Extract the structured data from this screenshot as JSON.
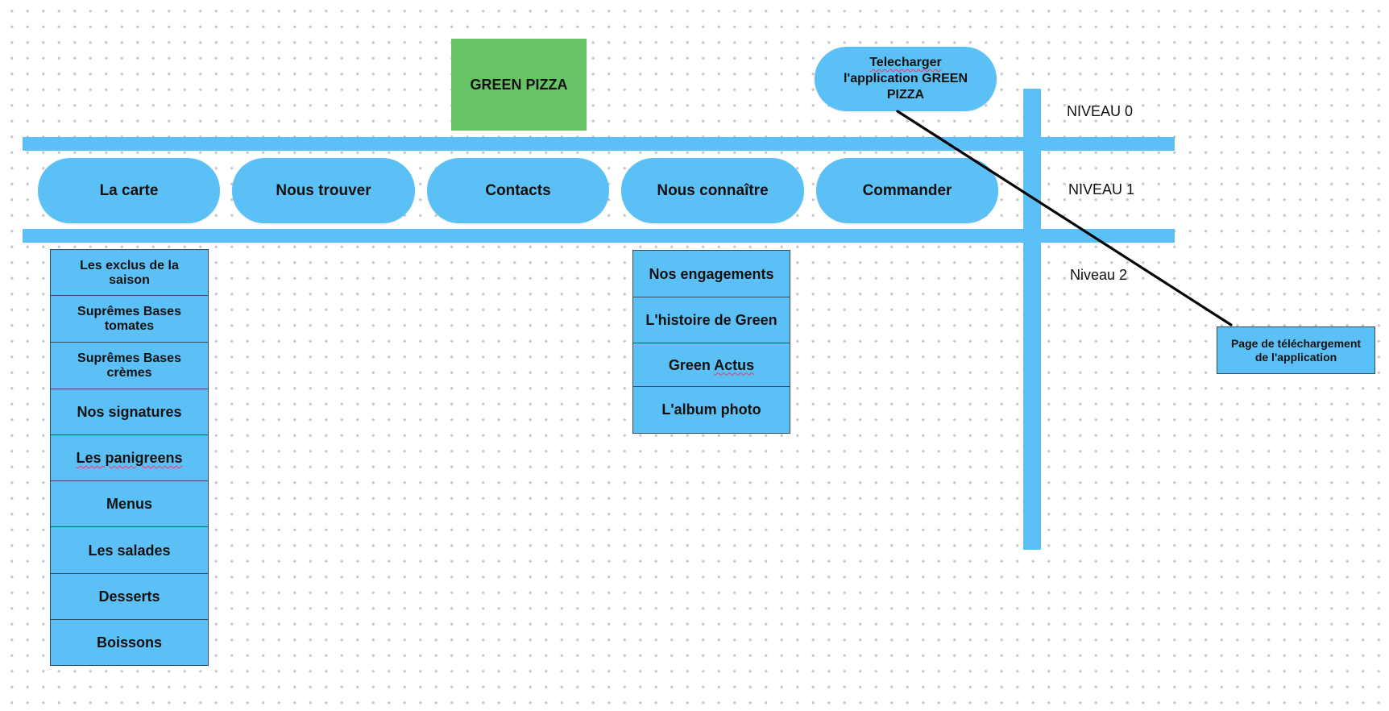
{
  "logo": {
    "text": "GREEN PIZZA",
    "color": "#66c465"
  },
  "download_pill": {
    "word": "Telecharger",
    "line2": "l'application GREEN",
    "line3": "PIZZA"
  },
  "levels": {
    "level0": "NIVEAU 0",
    "level1": "NIVEAU 1",
    "level2": "Niveau 2"
  },
  "nav": [
    {
      "label": "La carte"
    },
    {
      "label": "Nous trouver"
    },
    {
      "label": "Contacts"
    },
    {
      "label": "Nous connaître"
    },
    {
      "label": "Commander"
    }
  ],
  "carte_items": [
    {
      "label": "Les exclus de la saison"
    },
    {
      "label": "Suprêmes Bases tomates"
    },
    {
      "label": "Suprêmes Bases crèmes"
    },
    {
      "label": "Nos signatures"
    },
    {
      "label": "Les panigreens"
    },
    {
      "label": "Menus"
    },
    {
      "label": "Les salades"
    },
    {
      "label": "Desserts"
    },
    {
      "label": "Boissons"
    }
  ],
  "connaitre_items": [
    {
      "label": "Nos engagements"
    },
    {
      "label": "L'histoire de Green"
    },
    {
      "label": "Green Actus"
    },
    {
      "label": "L'album photo"
    }
  ],
  "download_page": {
    "label": "Page de téléchargement de l'application"
  },
  "colors": {
    "accent": "#5bc0f5",
    "logo": "#66c465",
    "connector": "#000000"
  }
}
